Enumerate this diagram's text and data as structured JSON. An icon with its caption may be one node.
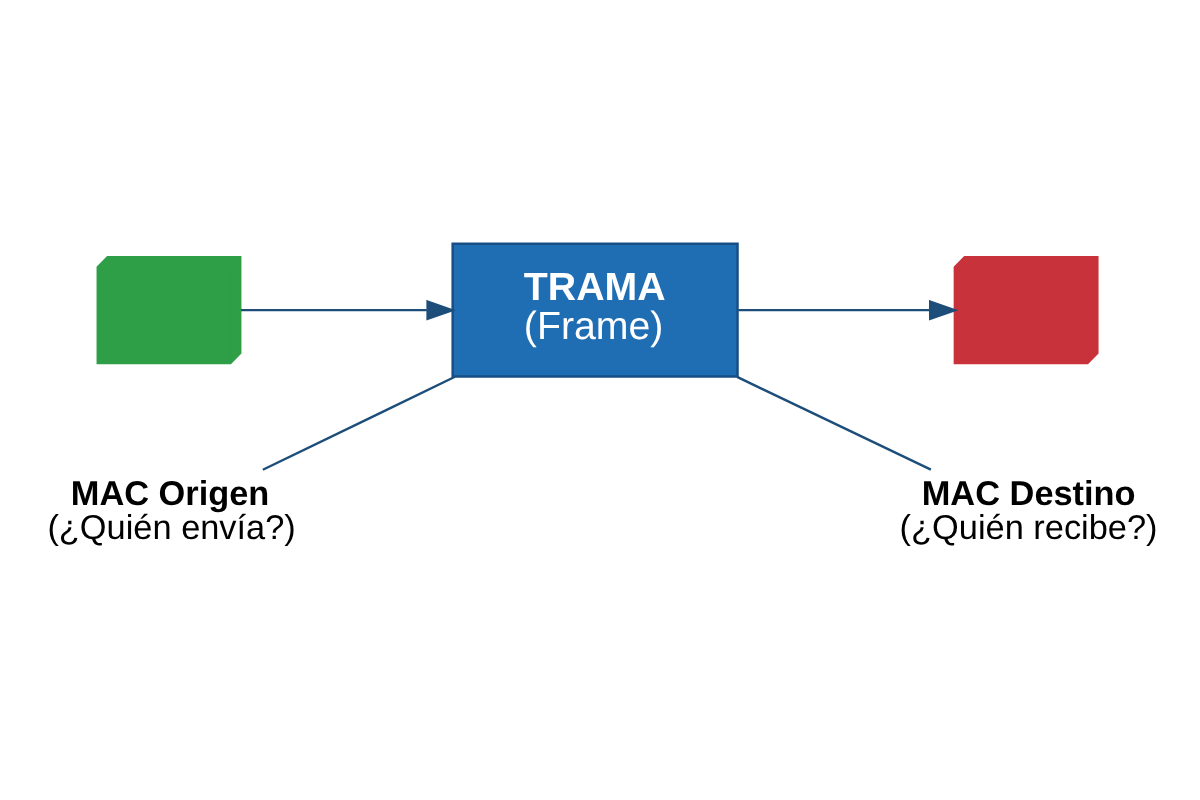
{
  "diagram": {
    "nodes": [
      {
        "text": [],
        "shape": "monitor"
      },
      {
        "text": [
          "TRAMA",
          "(Frame)"
        ]
      },
      {
        "text": [],
        "shape": "monitor"
      },
      {
        "text": [
          "MAC Origen",
          "(¿Quién envía?)"
        ]
      },
      {
        "text": [
          "MAC Destino",
          "(¿Quién recibe?)"
        ]
      }
    ],
    "edges": [
      {
        "from": 0,
        "to": 1,
        "arrow": "to"
      },
      {
        "from": 1,
        "to": 2,
        "arrow": "to"
      },
      {
        "from": 3,
        "to": 1,
        "arrow": "none"
      },
      {
        "from": 4,
        "to": 1,
        "arrow": "none"
      }
    ]
  }
}
